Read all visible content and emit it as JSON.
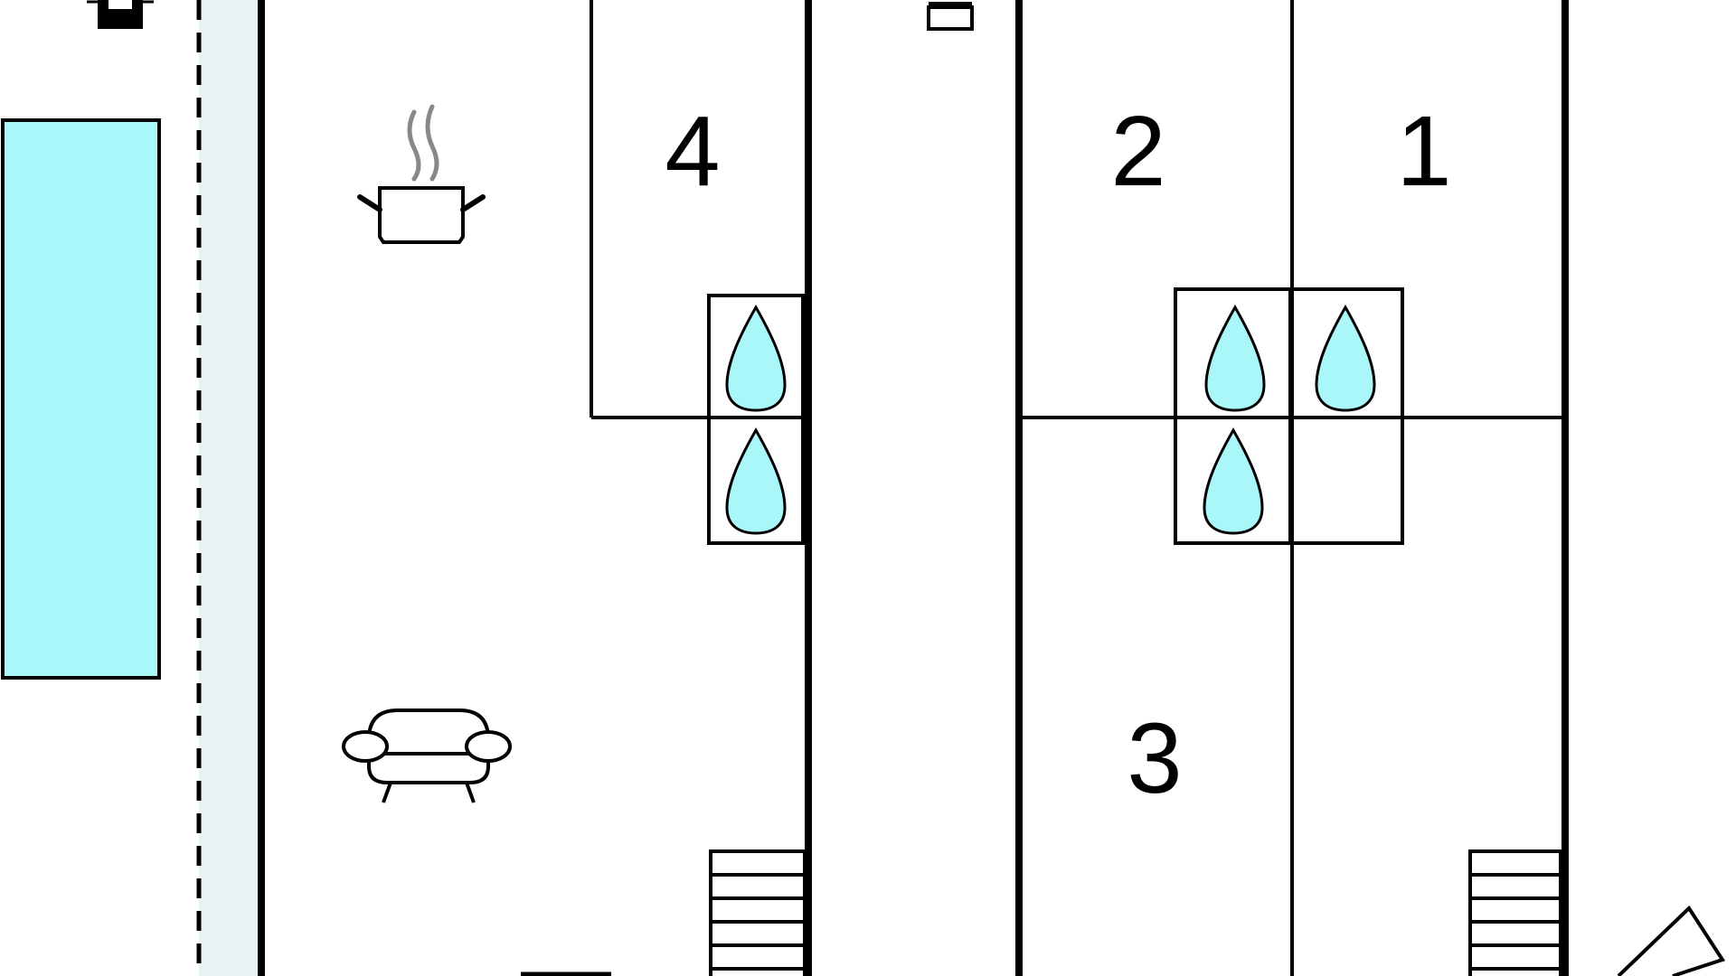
{
  "rooms": {
    "r1": "1",
    "r2": "2",
    "r3": "3",
    "r4": "4"
  },
  "icons": [
    "car-icon",
    "pot-icon",
    "sofa-icon",
    "water-drop-icon",
    "stairs-icon",
    "compass-icon"
  ],
  "colors": {
    "water": "#AAF7FA",
    "pool": "#AAF7FA",
    "walkway": "#E9F2F2",
    "wall": "#000000",
    "steam": "#888888"
  }
}
